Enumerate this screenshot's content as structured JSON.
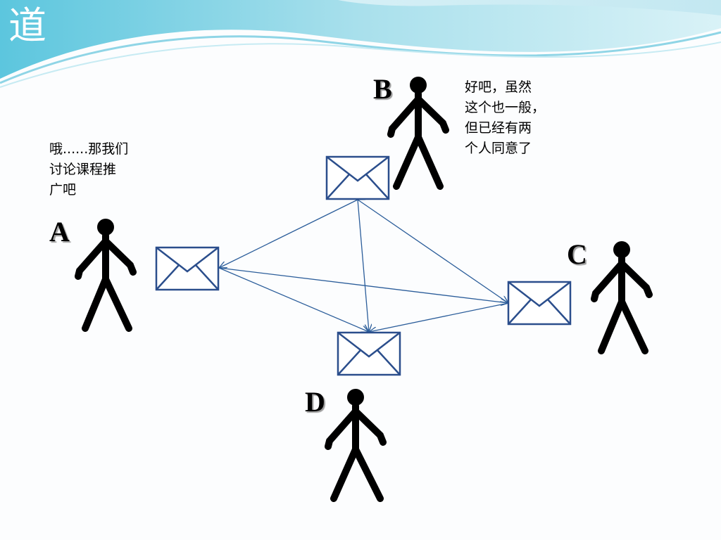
{
  "slide": {
    "title": "道"
  },
  "people": [
    {
      "id": "A",
      "label": "A"
    },
    {
      "id": "B",
      "label": "B"
    },
    {
      "id": "C",
      "label": "C"
    },
    {
      "id": "D",
      "label": "D"
    }
  ],
  "speech": {
    "a": [
      "哦......那我们",
      "讨论课程推",
      "广吧"
    ],
    "b": [
      "好吧，虽然",
      "这个也一般，",
      "但已经有两",
      "个人同意了"
    ]
  },
  "colors": {
    "envelope": "#2b4e8c",
    "arrow": "#2b5d9a",
    "figure": "#000000",
    "header_light": "#bfeaf2",
    "header_dark": "#4cb7d8"
  },
  "icons": {
    "person": "stick-figure-icon",
    "message": "envelope-icon"
  }
}
